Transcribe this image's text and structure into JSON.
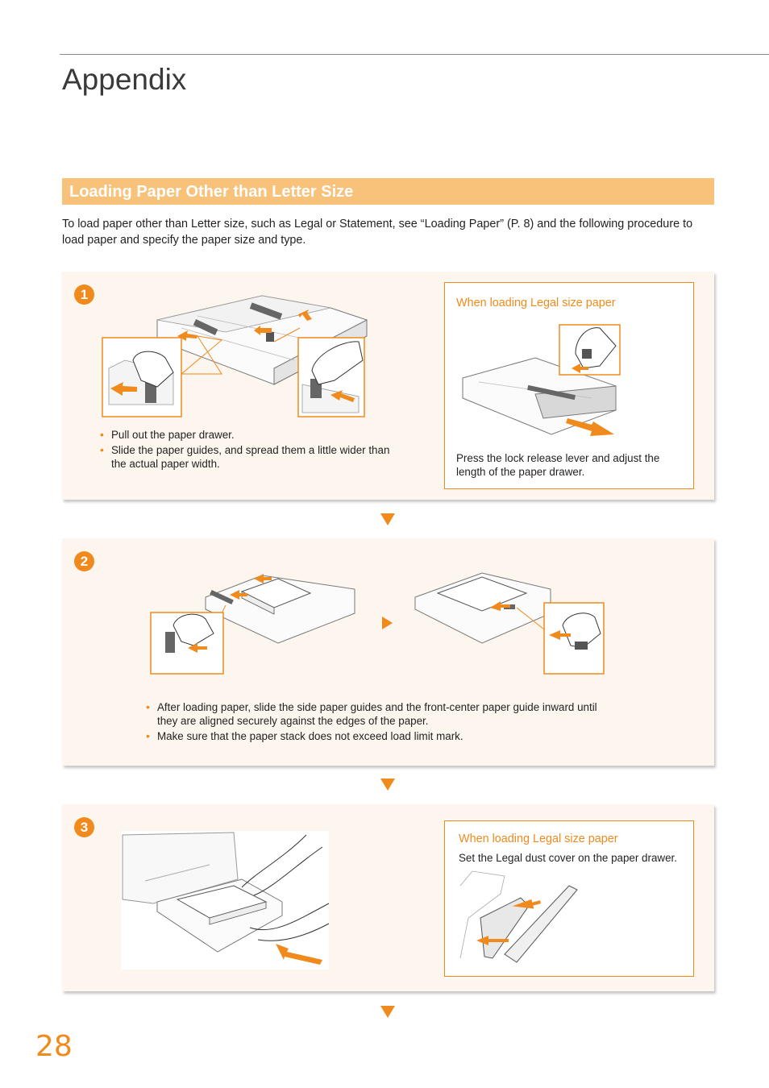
{
  "header": {
    "title": "Appendix"
  },
  "section": {
    "title": "Loading Paper Other than Letter Size",
    "intro": "To load paper other than Letter size, such as Legal or Statement, see “Loading Paper” (P. 8) and the following procedure to load paper and specify the paper size and type."
  },
  "steps": [
    {
      "number": "1",
      "bullets": [
        "Pull out the paper drawer.",
        "Slide the paper guides, and spread them a little wider than the actual paper width."
      ],
      "note": {
        "title": "When loading Legal size paper",
        "text": "Press the lock release lever and adjust the length of the paper drawer."
      }
    },
    {
      "number": "2",
      "bullets": [
        "After loading paper, slide the side paper guides and the front-center paper guide inward until they are aligned securely against the edges of the paper.",
        "Make sure that the paper stack does not exceed load limit mark."
      ]
    },
    {
      "number": "3",
      "note": {
        "title": "When loading Legal size paper",
        "text": "Set the Legal dust cover on the paper drawer."
      }
    }
  ],
  "footer": {
    "page_number": "28"
  },
  "colors": {
    "accent": "#f08a1c",
    "section_bar": "#f8c27b",
    "step_background": "#fdf6ee"
  }
}
